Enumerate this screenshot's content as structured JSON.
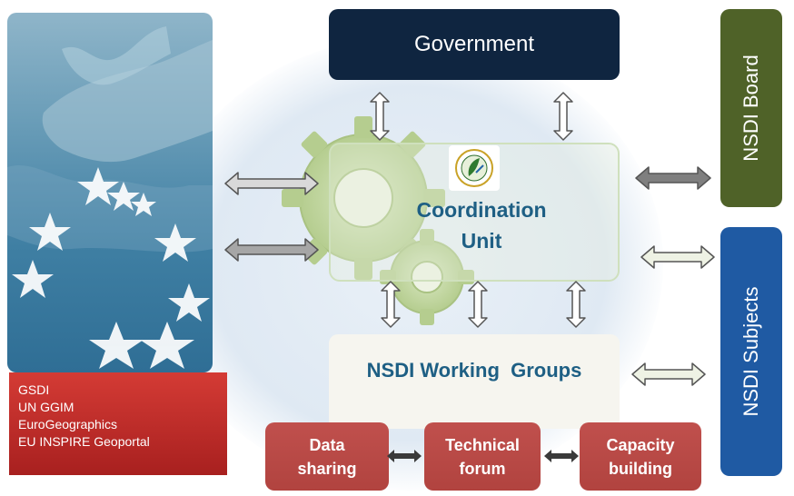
{
  "government": "Government",
  "coordination_unit": [
    "Coordination",
    "Unit"
  ],
  "working_groups": "NSDI Working  Groups",
  "nsdi_board": "NSDI Board",
  "nsdi_subjects": "NSDI Subjects",
  "organizations": [
    "GSDI",
    "UN GGIM",
    "EuroGeographics",
    "EU INSPIRE Geoportal"
  ],
  "sub_groups": {
    "data_sharing": [
      "Data",
      "sharing"
    ],
    "technical_forum": [
      "Technical",
      "forum"
    ],
    "capacity_building": [
      "Capacity",
      "building"
    ]
  },
  "colors": {
    "government": "#0f2540",
    "board": "#4f6228",
    "subjects": "#1f5aa3",
    "red": "#c0504d",
    "text_blue": "#1e5f84"
  }
}
